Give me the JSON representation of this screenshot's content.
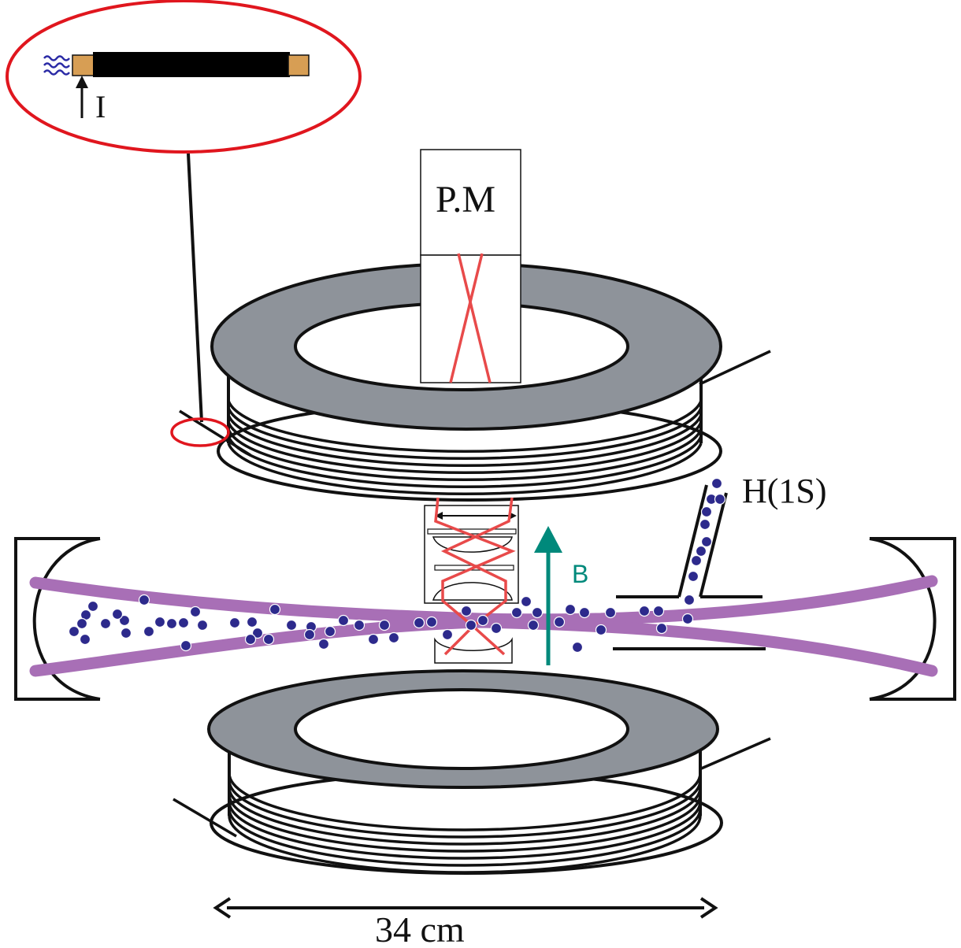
{
  "labels": {
    "photomultiplier": "P.M",
    "current": "I",
    "atoms": "H(1S)",
    "field": "B",
    "dimension": "34 cm"
  },
  "colors": {
    "coil_top": "#8e939a",
    "laser": "#a86fb6",
    "optics_rays": "#e84a4a",
    "field_arrow": "#00897b",
    "atom": "#2d2a8c",
    "zoom_ellipse": "#e0161e",
    "wire_cap": "#d79e54"
  },
  "icons": {
    "field_arrow": "field-arrow-icon",
    "current_arrow": "current-arrow-icon",
    "dimension_arrow": "double-arrow-icon"
  }
}
